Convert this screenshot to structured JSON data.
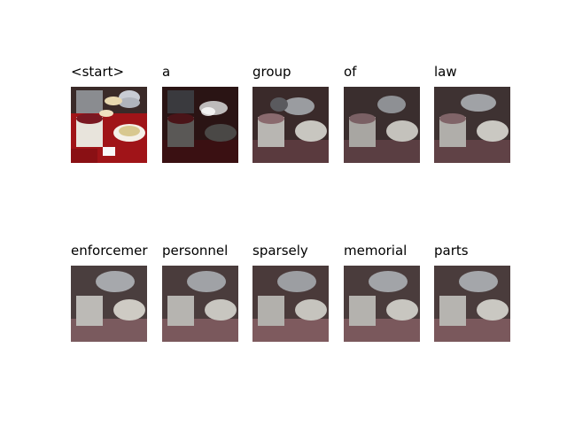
{
  "rows": [
    [
      {
        "word": "<start>",
        "attention": "none"
      },
      {
        "word": "a",
        "attention": "focused"
      },
      {
        "word": "group",
        "attention": "diffuse"
      },
      {
        "word": "of",
        "attention": "diffuse"
      },
      {
        "word": "law",
        "attention": "diffuse"
      }
    ],
    [
      {
        "word": "enforcemer",
        "attention": "diffuse"
      },
      {
        "word": "personnel",
        "attention": "diffuse"
      },
      {
        "word": "sparsely",
        "attention": "diffuse"
      },
      {
        "word": "memorial",
        "attention": "diffuse"
      },
      {
        "word": "parts",
        "attention": "diffuse"
      }
    ]
  ]
}
